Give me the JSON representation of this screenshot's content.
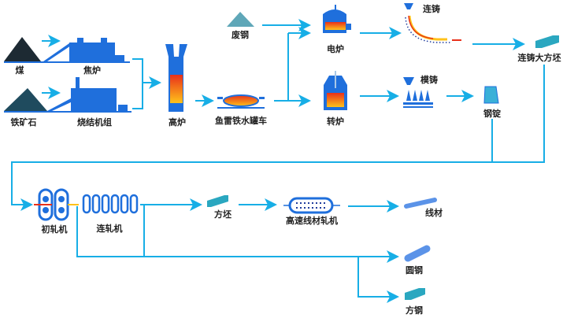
{
  "colors": {
    "flow_line": "#17aee6",
    "equipment": "#1f6fdc",
    "molten": "#f07a1a",
    "billet": "#2aa7c0"
  },
  "nodes": {
    "coal": "煤",
    "coke_oven": "焦炉",
    "iron_ore": "铁矿石",
    "sinter_plant": "烧结机组",
    "blast_furnace": "高炉",
    "torpedo_car": "鱼雷铁水罐车",
    "scrap_steel": "废钢",
    "electric_furnace": "电炉",
    "converter": "转炉",
    "continuous_casting": "连铸",
    "mold_casting": "模铸",
    "ingot": "钢锭",
    "bloom": "连铸大方坯",
    "blooming_mill": "初轧机",
    "continuous_mill": "连轧机",
    "billet": "方坯",
    "wire_rod_mill": "高速线材轧机",
    "wire_rod": "线材",
    "round_bar": "圆钢",
    "square_bar": "方钢"
  }
}
